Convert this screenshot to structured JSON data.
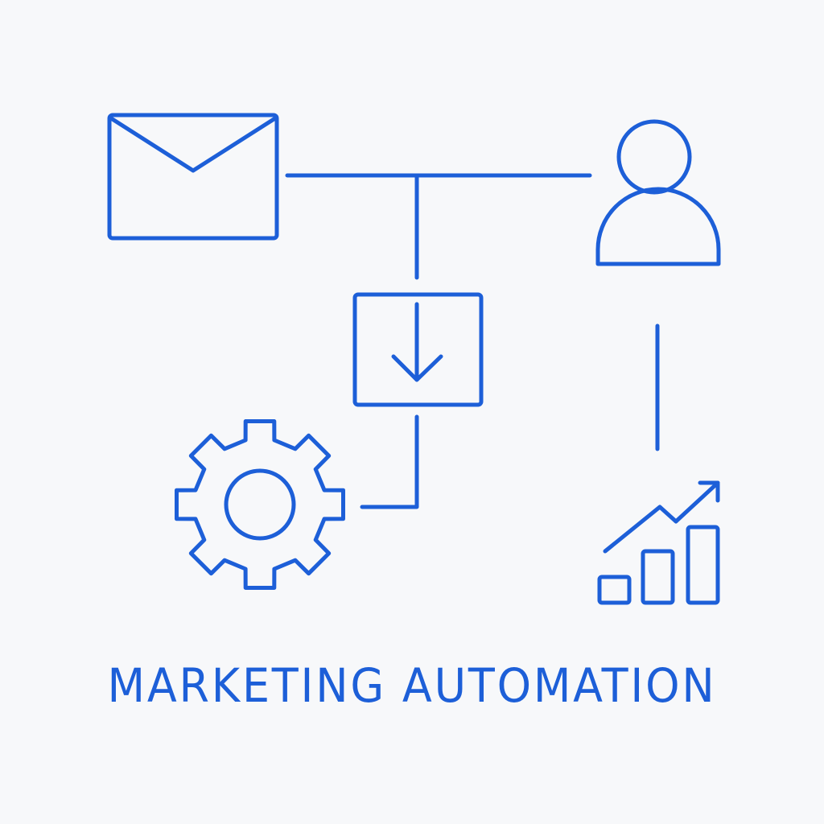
{
  "title": "MARKETING AUTOMATION",
  "accent_color": "#1d5fd8",
  "background_color": "#f7f8fa",
  "nodes": [
    {
      "id": "email",
      "icon": "envelope-icon"
    },
    {
      "id": "user",
      "icon": "person-icon"
    },
    {
      "id": "process",
      "icon": "down-arrow-box-icon"
    },
    {
      "id": "settings",
      "icon": "gear-icon"
    },
    {
      "id": "analytics",
      "icon": "bar-chart-trend-icon"
    }
  ]
}
